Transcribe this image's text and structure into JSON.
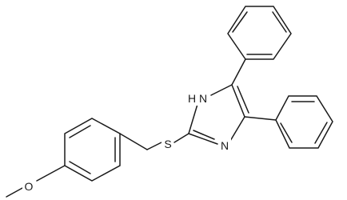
{
  "molecule": {
    "colors": {
      "background": "#ffffff",
      "bonds": "#1a1a1a",
      "atom_labels": "#1a1a1a"
    },
    "atom_labels": {
      "methoxy_o": "O",
      "sulfur": "S",
      "nh": "H",
      "n_upper": "N",
      "n_lower": "N"
    }
  }
}
